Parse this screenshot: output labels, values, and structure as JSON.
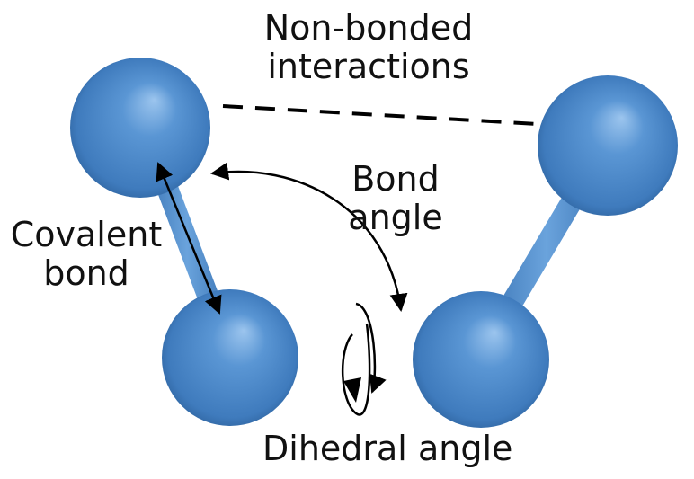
{
  "labels": {
    "nonbonded_line1": "Non-bonded",
    "nonbonded_line2": "interactions",
    "bond_angle_line1": "Bond",
    "bond_angle_line2": "angle",
    "covalent_line1": "Covalent",
    "covalent_line2": "bond",
    "dihedral": "Dihedral angle"
  },
  "colors": {
    "atom": "#4a86c5",
    "atom_dark": "#2f6099",
    "atom_highlight": "#a9cdf0",
    "annotation": "#000000"
  }
}
